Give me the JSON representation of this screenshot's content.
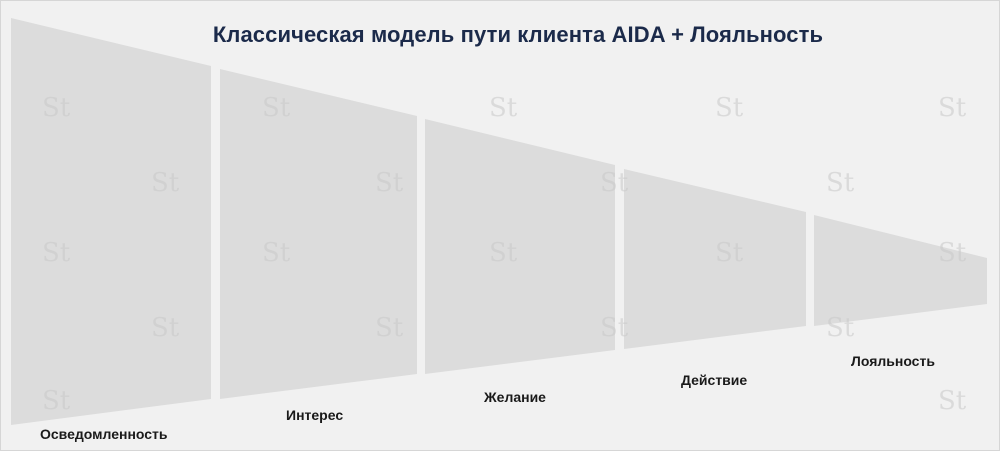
{
  "title": "Классическая модель пути клиента AIDA + Лояльность",
  "stages": [
    {
      "label": "Осведомленность"
    },
    {
      "label": "Интерес"
    },
    {
      "label": "Желание"
    },
    {
      "label": "Действие"
    },
    {
      "label": "Лояльность"
    }
  ],
  "watermark_text": "St",
  "colors": {
    "background": "#f1f1f1",
    "segment": "#dcdcdc",
    "title": "#1b2a4a",
    "label": "#1a1a1a"
  }
}
